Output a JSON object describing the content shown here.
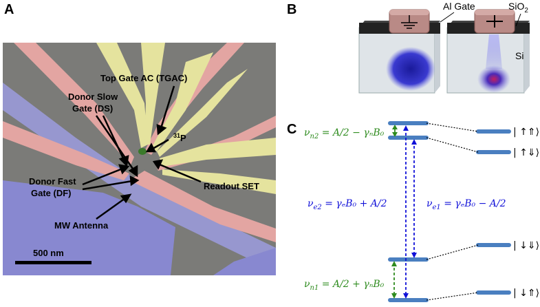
{
  "panels": {
    "a": "A",
    "b": "B",
    "c": "C"
  },
  "panel_a": {
    "labels": {
      "tgac": "Top Gate AC (TGAC)",
      "ds_line1": "Donor Slow",
      "ds_line2": "Gate (DS)",
      "p31_sup": "31",
      "p31": "P",
      "df_line1": "Donor Fast",
      "df_line2": "Gate (DF)",
      "set": "Readout SET",
      "mw": "MW Antenna",
      "scale": "500 nm"
    },
    "colors": {
      "donor_gates": "#e8a0a0",
      "set_gates": "#e8e69a",
      "antenna": "#9a9ad8",
      "substrate": "#7b7b78"
    }
  },
  "panel_b": {
    "gate_label": "Al Gate",
    "oxide_label": "SiO",
    "oxide_sub": "2",
    "si_label": "Si",
    "colors": {
      "gate": "#b98a86",
      "oxide": "#222222",
      "silicon": "#dfe4e8",
      "wavefunction": "#2222aa"
    }
  },
  "panel_c": {
    "nu_n2": {
      "lhs": "ν",
      "sub": "n2",
      "rest": " = A/2 − γₙB₀"
    },
    "nu_e2": {
      "lhs": "ν",
      "sub": "e2",
      "rest": " = γₑB₀ + A/2"
    },
    "nu_e1": {
      "lhs": "ν",
      "sub": "e1",
      "rest": " = γₑB₀ − A/2"
    },
    "nu_n1": {
      "lhs": "ν",
      "sub": "n1",
      "rest": " = A/2 + γₙB₀"
    },
    "states": [
      "| ↑⇑⟩",
      "| ↑⇓⟩",
      "| ↓⇓⟩",
      "| ↓⇑⟩"
    ],
    "colors": {
      "level": "#4a7fc0",
      "nmr": "#2e8b1e",
      "esr": "#1010d8"
    }
  }
}
